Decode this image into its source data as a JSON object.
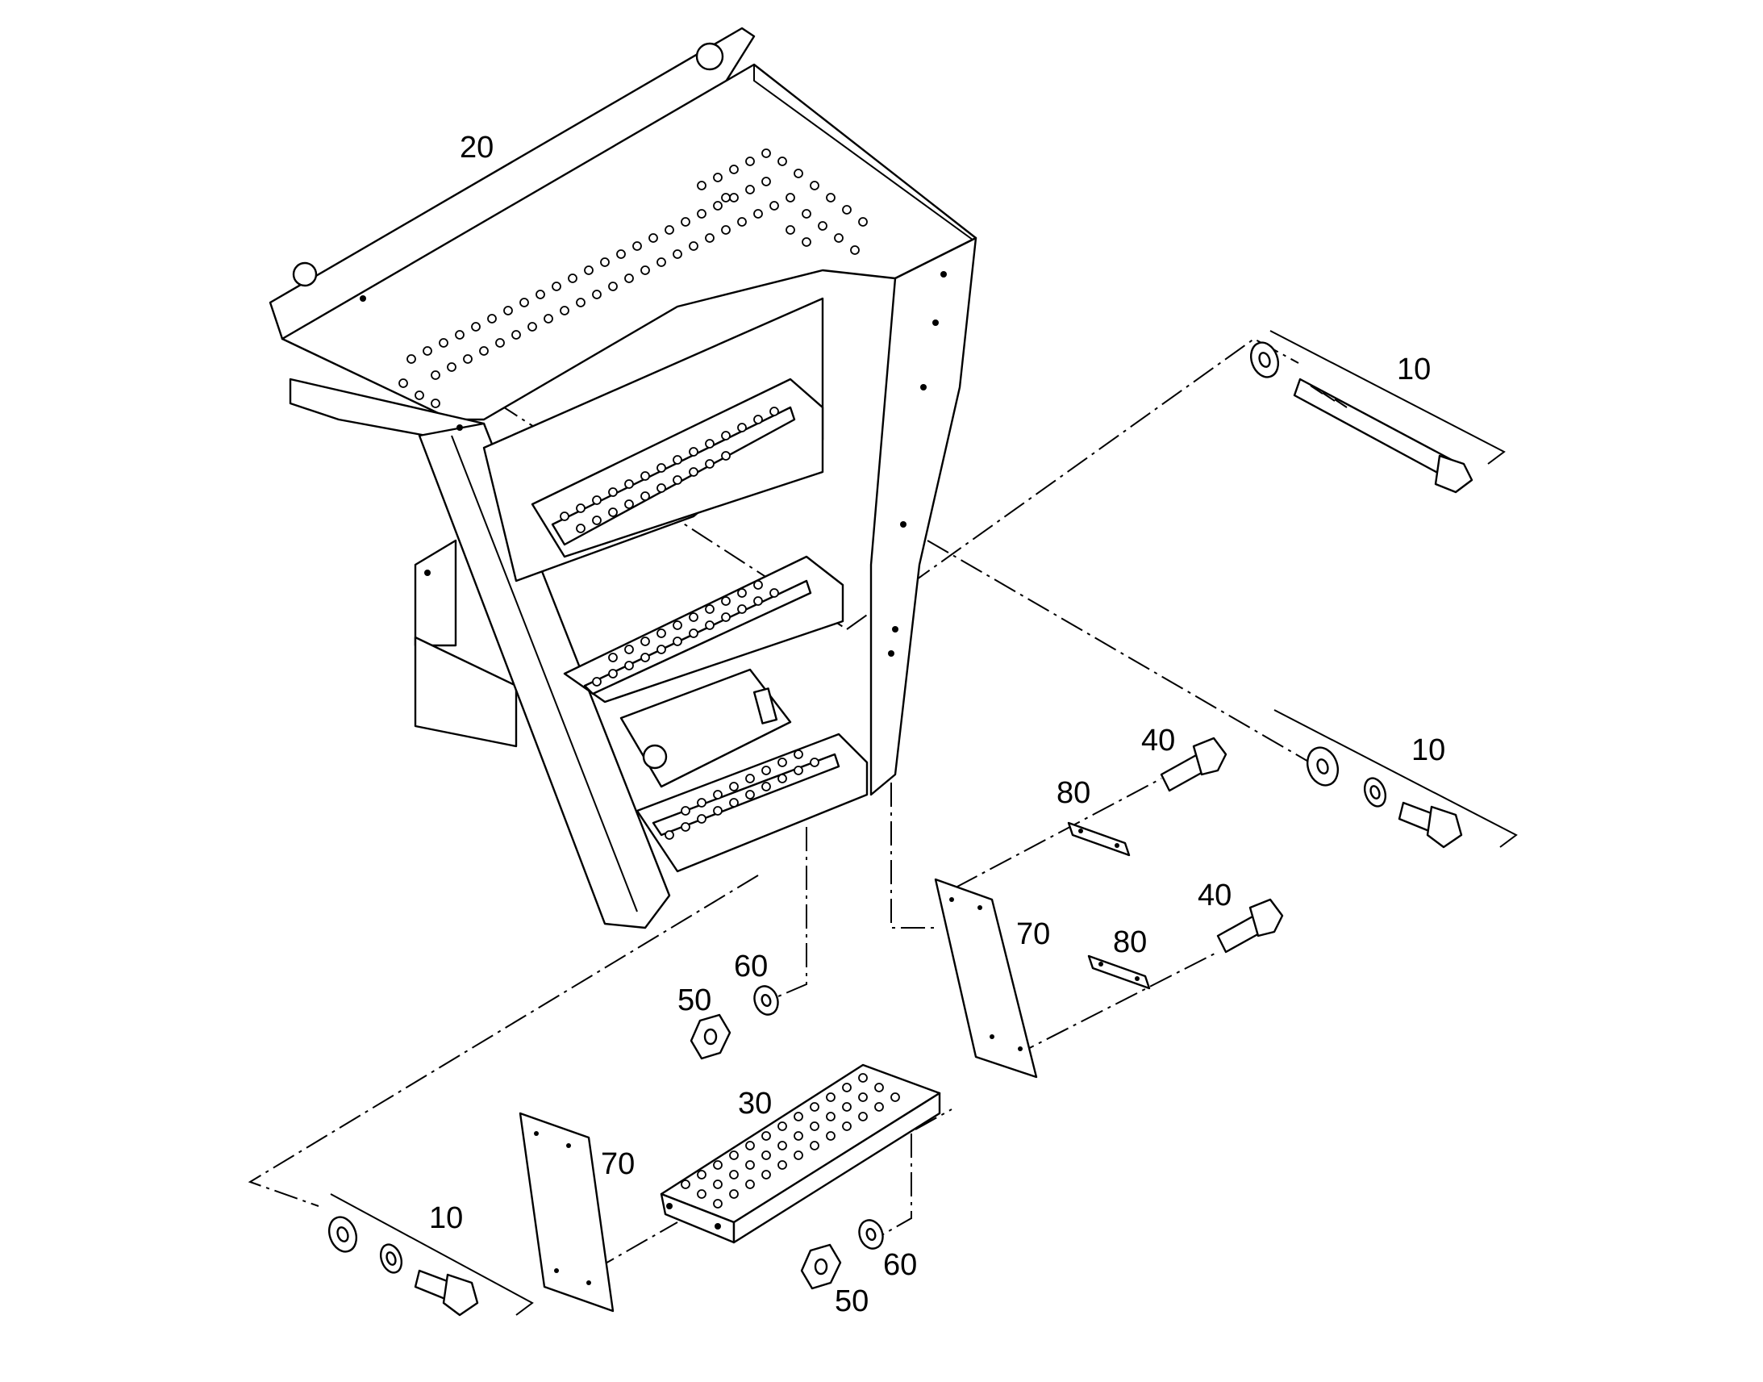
{
  "colors": {
    "line": "#000000",
    "background": "#ffffff"
  },
  "callouts": {
    "c20": "20",
    "c10_top": "10",
    "c10_mid": "10",
    "c10_bottom": "10",
    "c40_top": "40",
    "c40_mid": "40",
    "c80_top": "80",
    "c80_mid": "80",
    "c70_mid": "70",
    "c70_bottom": "70",
    "c60_left": "60",
    "c50_left": "50",
    "c30": "30",
    "c60_right": "60",
    "c50_right": "50"
  }
}
